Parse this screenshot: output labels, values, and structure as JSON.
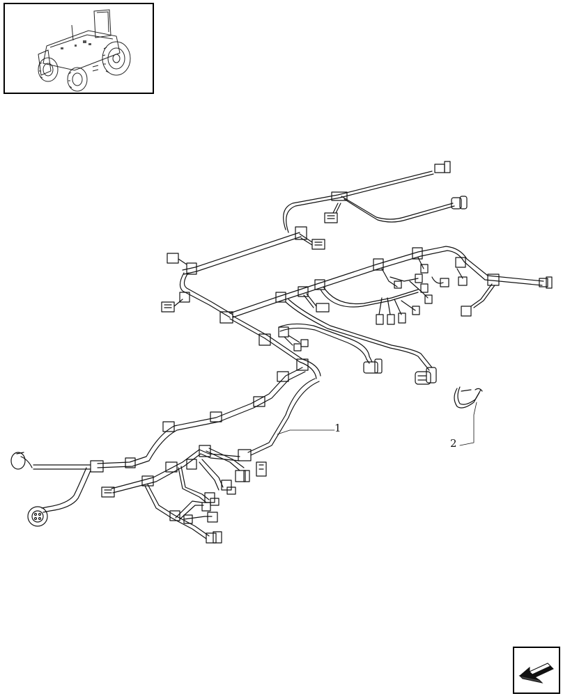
{
  "thumbnail": {
    "icon": "tractor-icon"
  },
  "callouts": [
    {
      "id": "1",
      "text": "1"
    },
    {
      "id": "2",
      "text": "2"
    }
  ],
  "navigation": {
    "icon": "next-page-arrow-icon"
  }
}
